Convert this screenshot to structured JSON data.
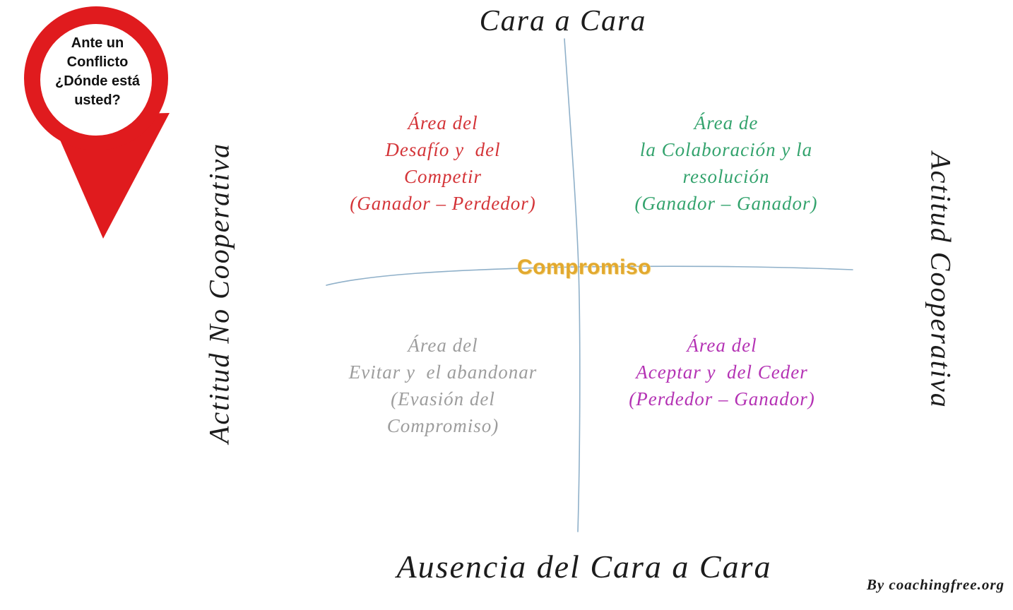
{
  "pin": {
    "color": "#e01b1e",
    "lines": [
      "Ante un",
      "Conflicto",
      "¿Dónde está",
      "usted?"
    ]
  },
  "axes": {
    "top_label": "Cara a Cara",
    "bottom_label": "Ausencia  del Cara a Cara",
    "left_label": "Actitud No Cooperativa",
    "right_label": "Actitud Cooperativa",
    "center_label": "Compromiso",
    "center_color": "#e2a92f",
    "line_color": "#8fb0c9"
  },
  "quadrants": [
    {
      "id": "area-desafio-competir",
      "color": "#d43438",
      "lines": [
        "Área del",
        "Desafío y  del",
        "Competir",
        "(Ganador – Perdedor)"
      ]
    },
    {
      "id": "area-colaboracion-resolucion",
      "color": "#33a36d",
      "lines": [
        "Área de",
        "la Colaboración y la",
        "resolución",
        "(Ganador – Ganador)"
      ]
    },
    {
      "id": "area-evitar-abandonar",
      "color": "#9d9d9d",
      "lines": [
        "Área del",
        "Evitar y  el abandonar",
        "(Evasión del",
        "Compromiso)"
      ]
    },
    {
      "id": "area-aceptar-ceder",
      "color": "#b432b4",
      "lines": [
        "Área del",
        "Aceptar y  del Ceder",
        "(Perdedor – Ganador)"
      ]
    }
  ],
  "credit": "By coachingfree.org"
}
